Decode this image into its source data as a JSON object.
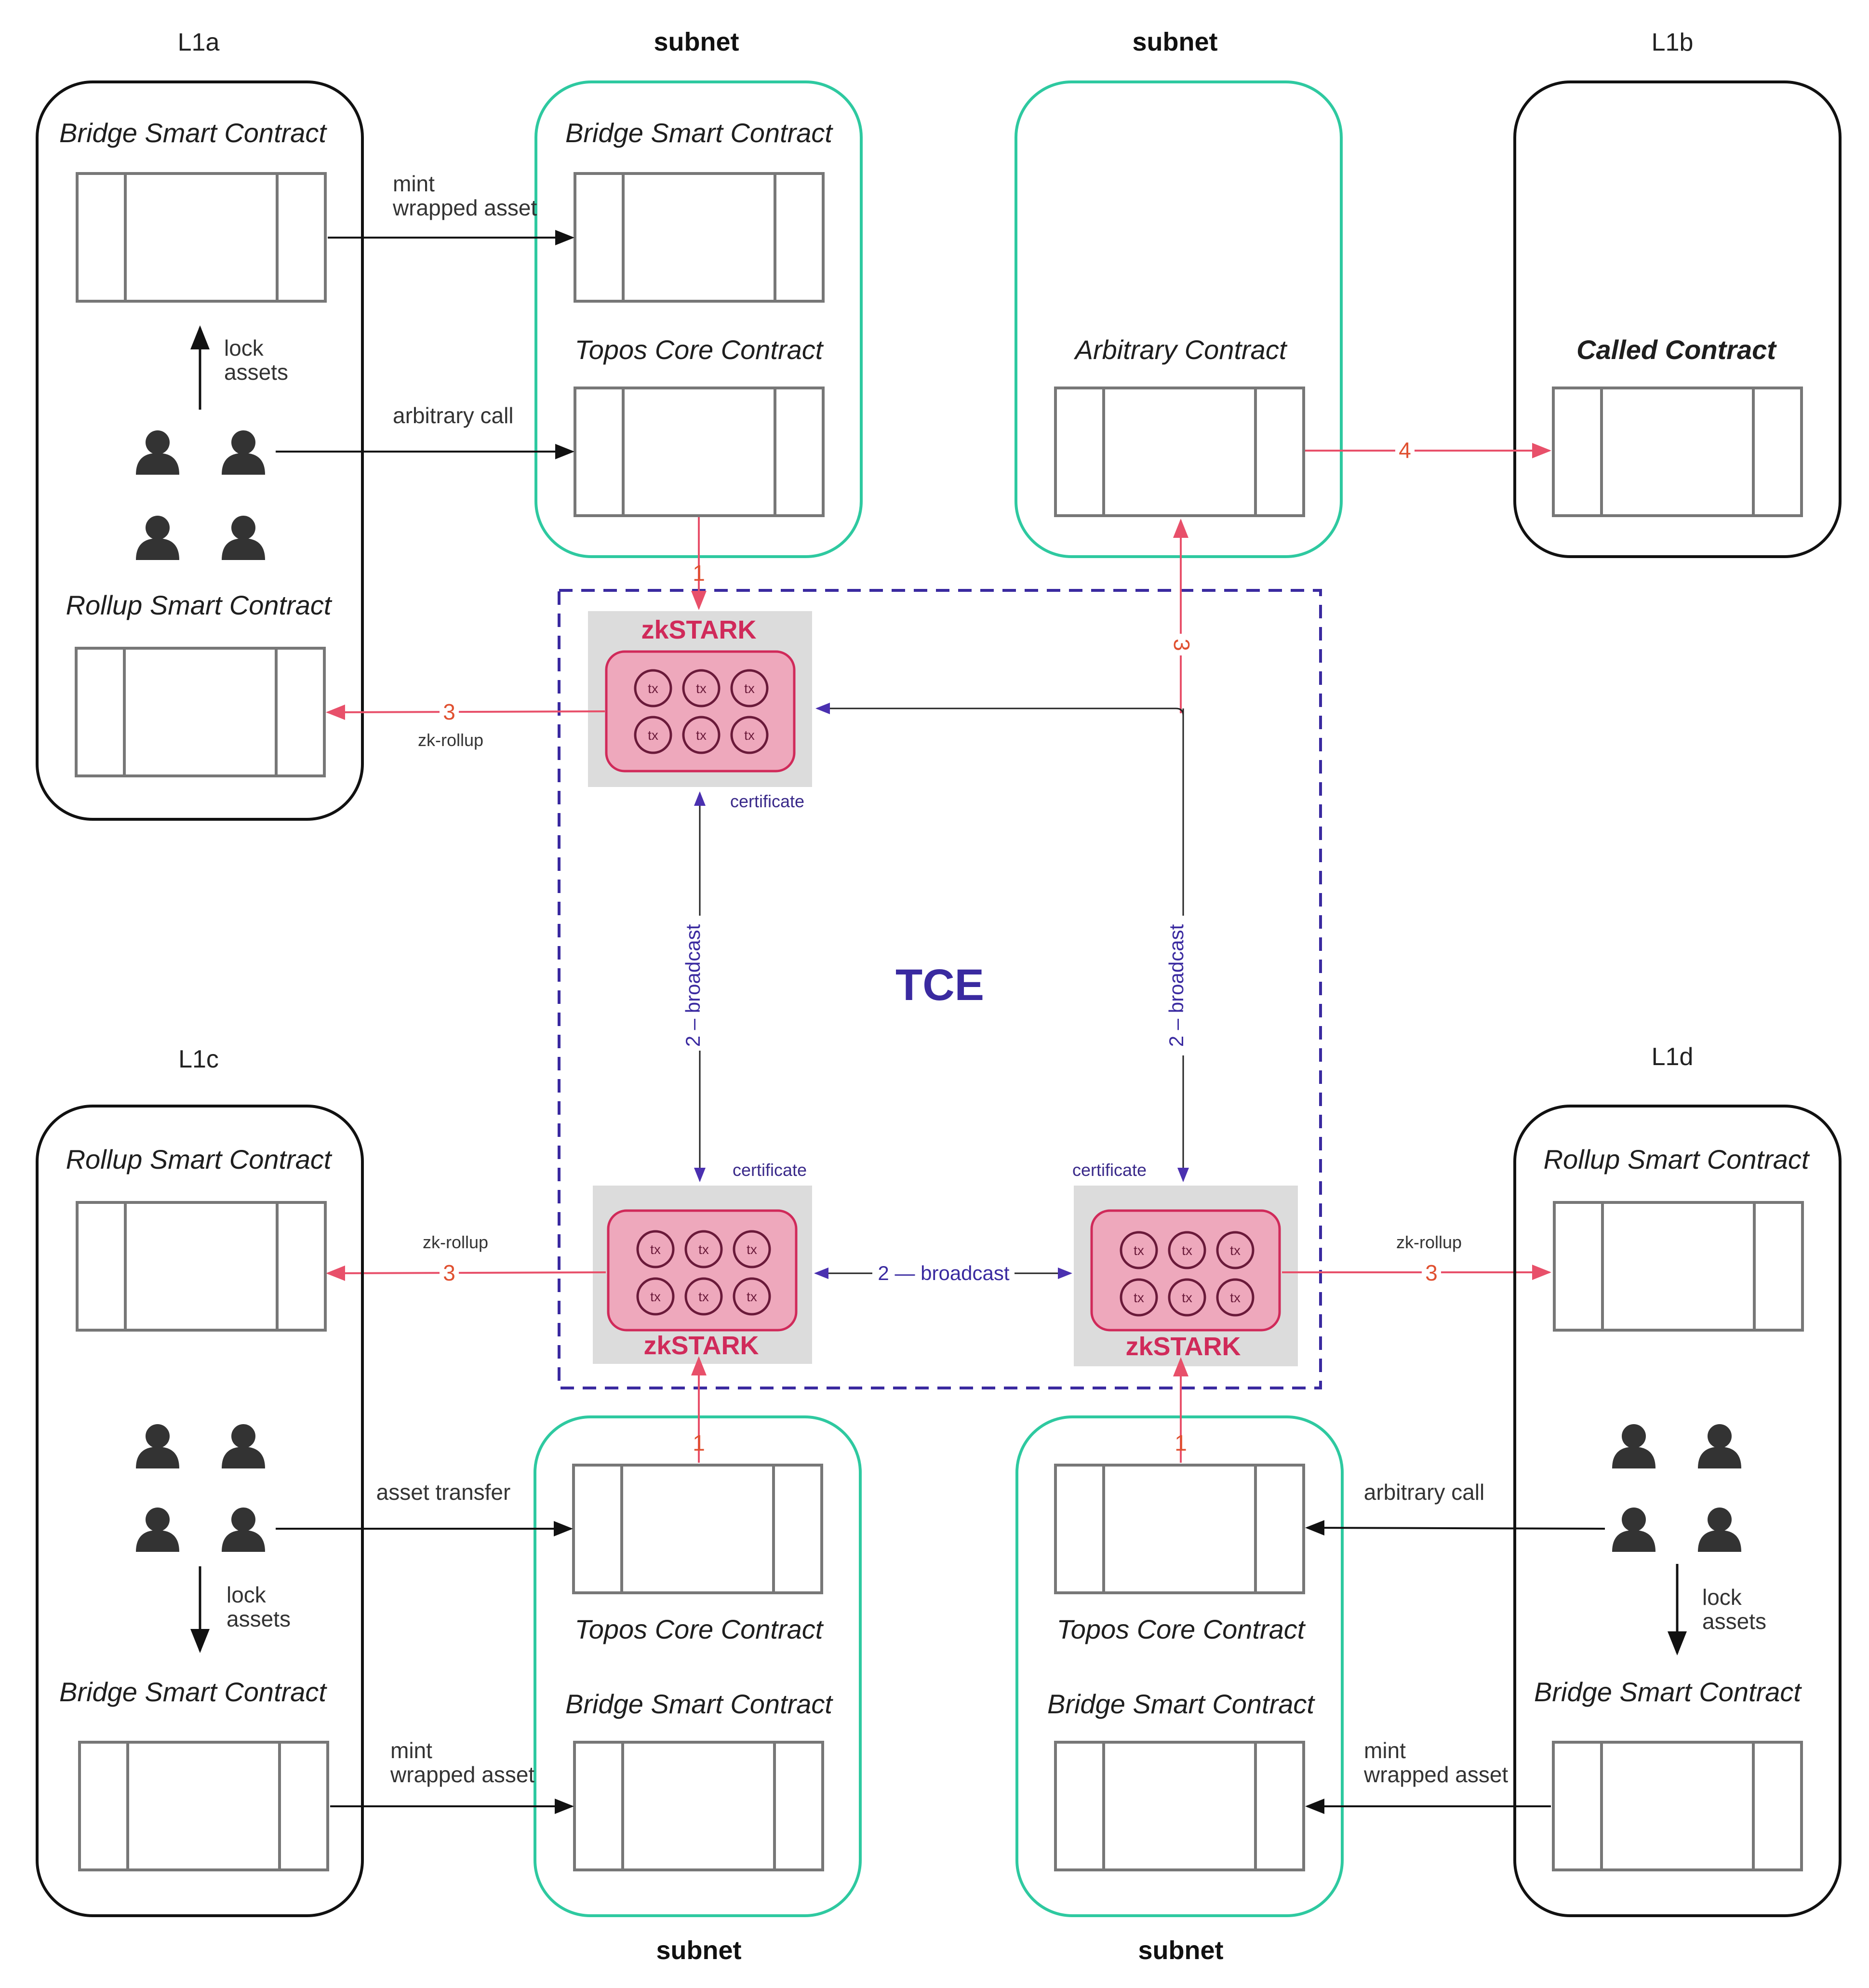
{
  "labels": {
    "l1a": "L1a",
    "l1b": "L1b",
    "l1c": "L1c",
    "l1d": "L1d",
    "subnet_top_left": "subnet",
    "subnet_top_right": "subnet",
    "subnet_bottom_left": "subnet",
    "subnet_bottom_right": "subnet",
    "tce": "TCE"
  },
  "contracts": {
    "bridge": "Bridge Smart Contract",
    "topos_core": "Topos Core Contract",
    "rollup": "Rollup Smart Contract",
    "arbitrary": "Arbitrary  Contract",
    "called": "Called Contract"
  },
  "edges": {
    "mint_line1": "mint",
    "mint_line2": "wrapped asset",
    "lock_line1": "lock",
    "lock_line2": "assets",
    "arbitrary_call": "arbitrary call",
    "asset_transfer": "asset transfer",
    "zk_rollup": "zk-rollup",
    "certificate": "certificate",
    "broadcast": "2 – broadcast",
    "broadcast_h": "2 — broadcast",
    "step1": "1",
    "step3": "3",
    "step4": "4"
  },
  "zk": {
    "label": "zkSTARK",
    "tx": "tx"
  },
  "colors": {
    "subnet_border": "#2ec9a0",
    "tce_dash": "#3a2aa0",
    "red_arrow": "#e8506a",
    "blue_arrow": "#4a30b0",
    "zk_fill": "#eea8bc",
    "zk_bg": "#dcdcdc"
  }
}
